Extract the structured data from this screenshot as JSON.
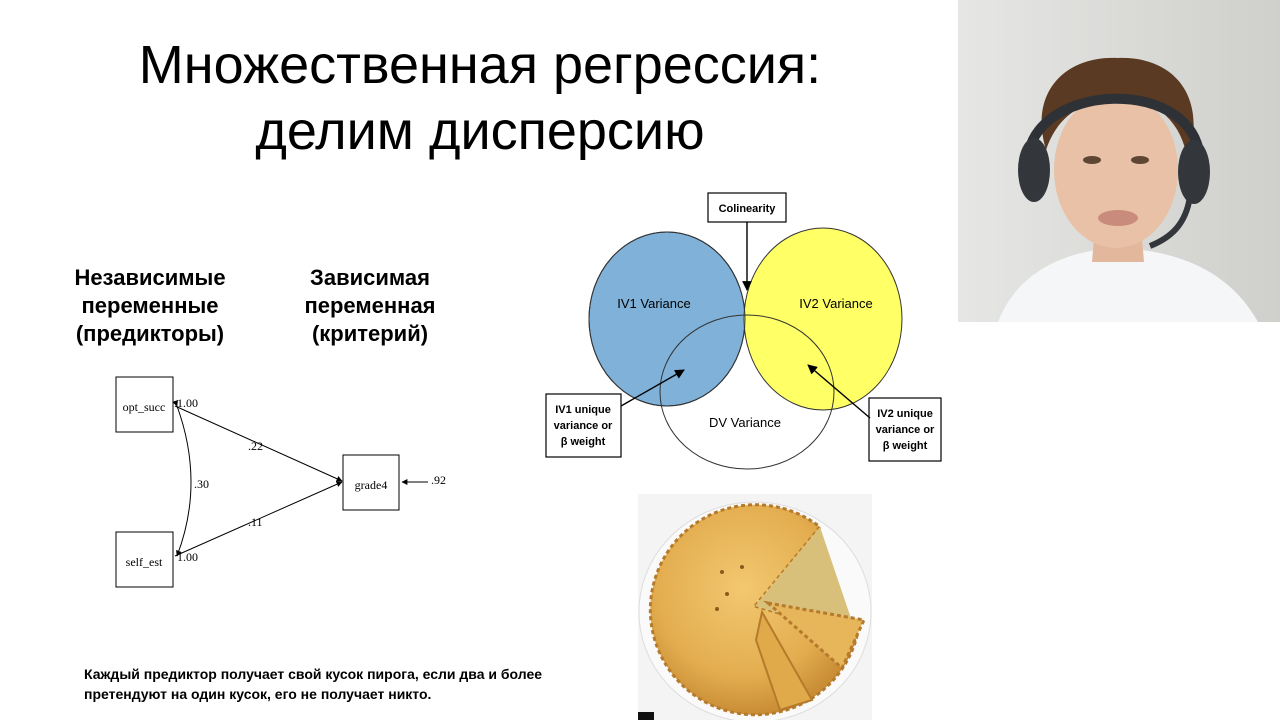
{
  "slide": {
    "title_line1": "Множественная регрессия:",
    "title_line2": "делим дисперсию",
    "iv_header": [
      "Независимые",
      "переменные",
      "(предикторы)"
    ],
    "dv_header": [
      "Зависимая",
      "переменная",
      "(критерий)"
    ],
    "caption_line1": "Каждый предиктор получает свой кусок пирога, если два и более",
    "caption_line2": "претендуют на один кусок, его не получает никто."
  },
  "path_diagram": {
    "nodes": {
      "opt_succ": "opt_succ",
      "self_est": "self_est",
      "grade4": "grade4"
    },
    "labels": {
      "opt_variance": "1.00",
      "self_variance": "1.00",
      "correlation": ".30",
      "opt_to_grade": ".22",
      "self_to_grade": ".11",
      "residual": ".92"
    }
  },
  "venn": {
    "colors": {
      "iv1": "#7fb1d9",
      "iv2": "#ffff66",
      "overlap": "#b4d66c"
    },
    "iv1_label": "IV1 Variance",
    "iv2_label": "IV2 Variance",
    "dv_label": "DV Variance",
    "colinearity_label": "Colinearity",
    "iv1_unique": [
      "IV1 unique",
      "variance or",
      "β weight"
    ],
    "iv2_unique": [
      "IV2 unique",
      "variance or",
      "β weight"
    ]
  }
}
